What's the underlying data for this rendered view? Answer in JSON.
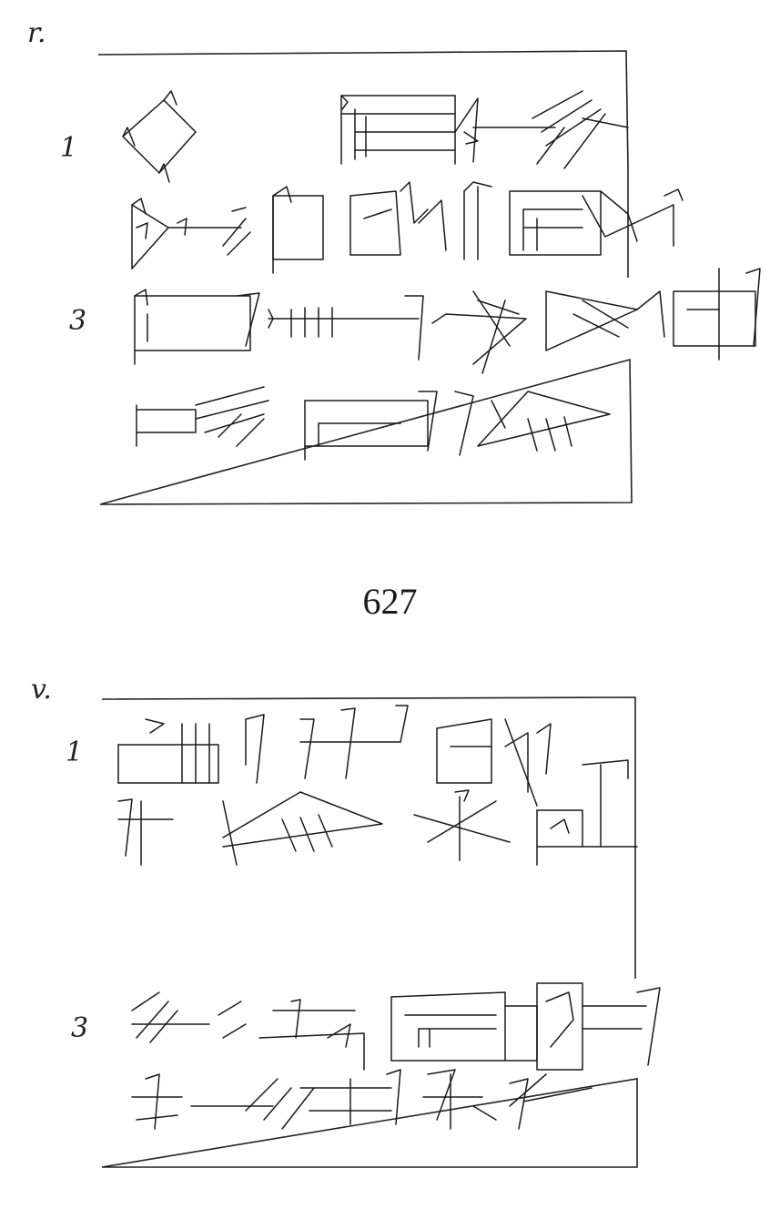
{
  "obverse": {
    "side_label": "r.",
    "line_numbers": [
      "1",
      "3"
    ]
  },
  "page_number": "627",
  "reverse": {
    "side_label": "v.",
    "line_numbers": [
      "1",
      "3"
    ]
  }
}
